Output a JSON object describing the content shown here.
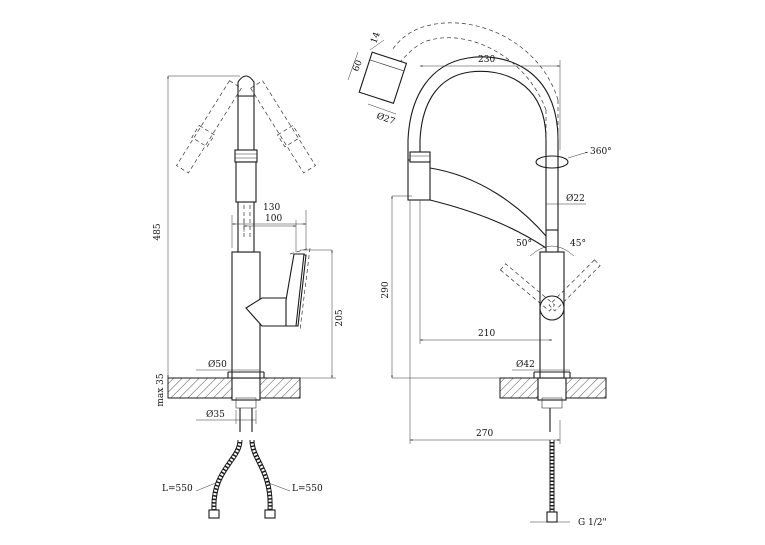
{
  "dimensions": {
    "height_total": "485",
    "reach_130": "130",
    "reach_100": "100",
    "height_205": "205",
    "base_dia": "Ø50",
    "max_35": "max 35",
    "thread_dia": "Ø35",
    "hose_left": "L=550",
    "hose_right": "L=550",
    "aerator_14": "14",
    "aerator_60": "60",
    "aerator_dia": "Ø27",
    "spout_230": "230",
    "rotation": "360°",
    "spout_dia": "Ø22",
    "angle_left": "50°",
    "angle_right": "45°",
    "height_290": "290",
    "reach_210": "210",
    "body_dia": "Ø42",
    "total_270": "270",
    "connection": "G 1/2\""
  }
}
